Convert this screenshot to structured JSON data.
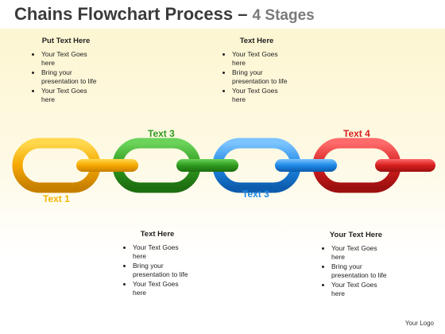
{
  "header": {
    "title": "Chains Flowchart Process – ",
    "subtitle": "4 Stages"
  },
  "blocks": [
    {
      "heading": "Put Text Here",
      "bullets": [
        "Your Text Goes here",
        "Bring your presentation to life",
        "Your Text Goes here"
      ]
    },
    {
      "heading": "Text Here",
      "bullets": [
        "Your Text Goes here",
        "Bring your presentation to life",
        "Your Text Goes here"
      ]
    },
    {
      "heading": "Text Here",
      "bullets": [
        "Your Text Goes here",
        "Bring your presentation to life",
        "Your Text Goes here"
      ]
    },
    {
      "heading": "Your Text Here",
      "bullets": [
        "Your Text Goes here",
        "Bring your presentation to life",
        "Your Text Goes here"
      ]
    }
  ],
  "links": [
    {
      "label": "Text 1",
      "color": "#f5a800",
      "dark": "#c77f00"
    },
    {
      "label": "Text 3",
      "color": "#2e9a1e",
      "dark": "#1d6e10"
    },
    {
      "label": "Text 3",
      "color": "#1e88e5",
      "dark": "#0d5cad"
    },
    {
      "label": "Text 4",
      "color": "#d61e1e",
      "dark": "#9c1010"
    }
  ],
  "footer": {
    "logo": "Your Logo"
  }
}
